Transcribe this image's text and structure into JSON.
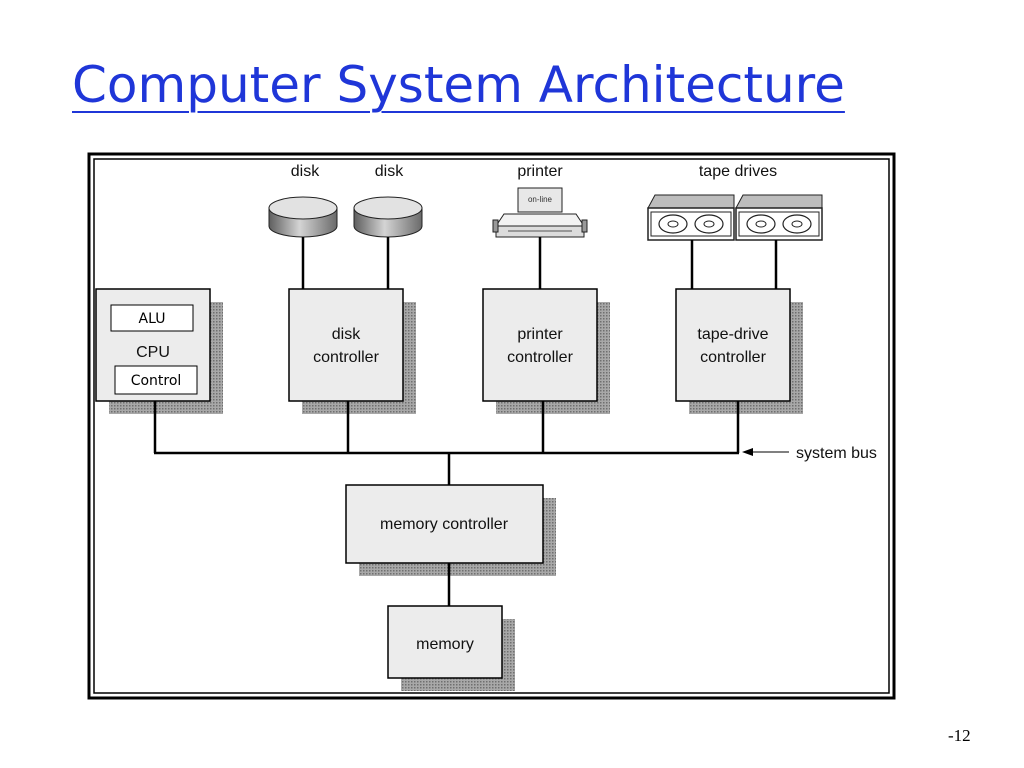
{
  "slide": {
    "title": "Computer System Architecture",
    "number": "-12"
  },
  "diagram": {
    "devices": {
      "disk_1": "disk",
      "disk_2": "disk",
      "printer": "printer",
      "printer_panel": "on-line",
      "tape": "tape drives"
    },
    "cpu": {
      "alu": "ALU",
      "label": "CPU",
      "control": "Control"
    },
    "controllers": {
      "disk_line1": "disk",
      "disk_line2": "controller",
      "printer_line1": "printer",
      "printer_line2": "controller",
      "tape_line1": "tape-drive",
      "tape_line2": "controller"
    },
    "bus_label": "system bus",
    "memory_controller": "memory controller",
    "memory": "memory"
  }
}
